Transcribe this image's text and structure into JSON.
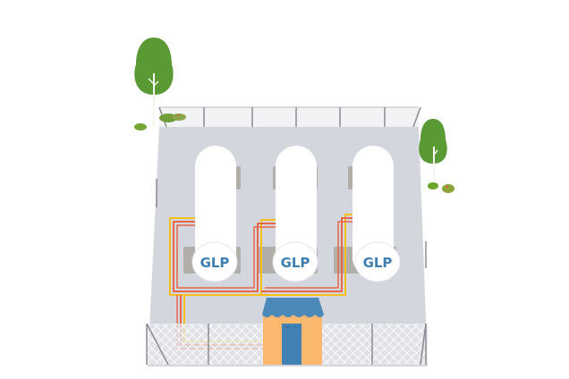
{
  "scene": {
    "description": "Fenced LPG storage yard with three horizontal tanks, piping and a small booth",
    "tanks": [
      {
        "label": "GLP"
      },
      {
        "label": "GLP"
      },
      {
        "label": "GLP"
      }
    ],
    "colors": {
      "ground": "#d3d6dd",
      "tank": "#ffffff",
      "tank_label": "#3d7fb0",
      "support": "#b2aeaa",
      "pipe_red": "#e8674a",
      "pipe_yellow": "#f5c01a",
      "booth_wall": "#fdb870",
      "booth_roof": "#4a89b8",
      "booth_door": "#3f82b3",
      "tree": "#5a9a35",
      "fence": "#8a8c92"
    }
  }
}
